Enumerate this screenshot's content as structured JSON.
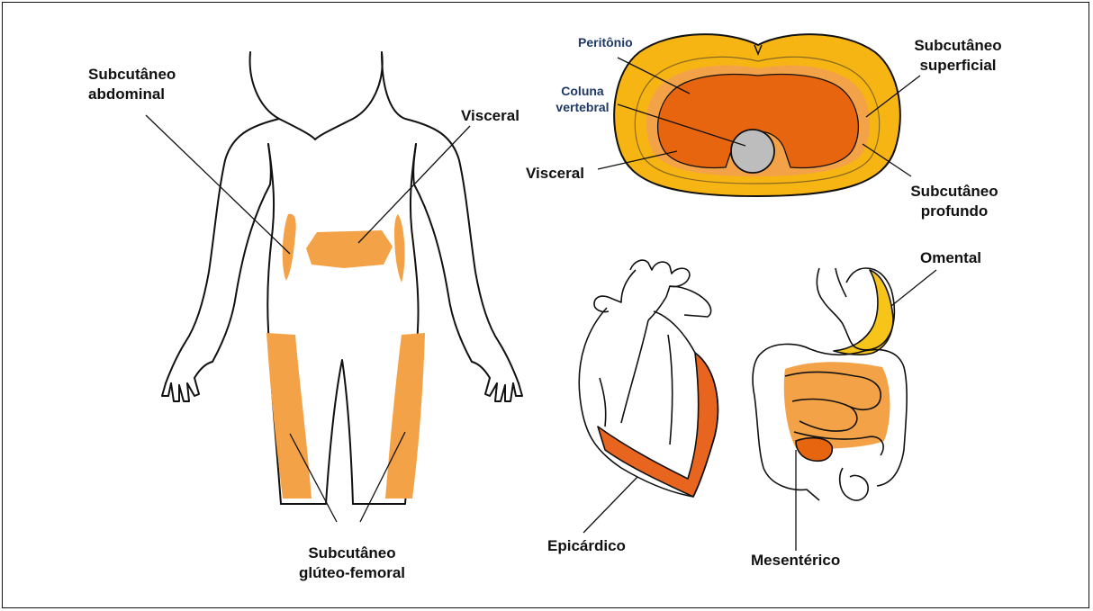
{
  "labels": {
    "subcutaneo_abdominal": [
      "Subcutâneo",
      "abdominal"
    ],
    "visceral_body": "Visceral",
    "subcutaneo_gluteo": [
      "Subcutâneo",
      "glúteo-femoral"
    ],
    "peritonio": "Peritônio",
    "coluna_vertebral": [
      "Coluna",
      "vertebral"
    ],
    "visceral_section": "Visceral",
    "subcutaneo_superficial": [
      "Subcutâneo",
      "superficial"
    ],
    "subcutaneo_profundo": [
      "Subcutâneo",
      "profundo"
    ],
    "omental": "Omental",
    "epicardico": "Epicárdico",
    "mesenterico": "Mesentérico"
  },
  "colors": {
    "subcutaneous_fat": "#F4A247",
    "visceral_fat": "#E8650F",
    "superficial_fat": "#F7B514",
    "spine": "#BDBDBD",
    "outline": "#111111",
    "small_label": "#1F3864"
  }
}
